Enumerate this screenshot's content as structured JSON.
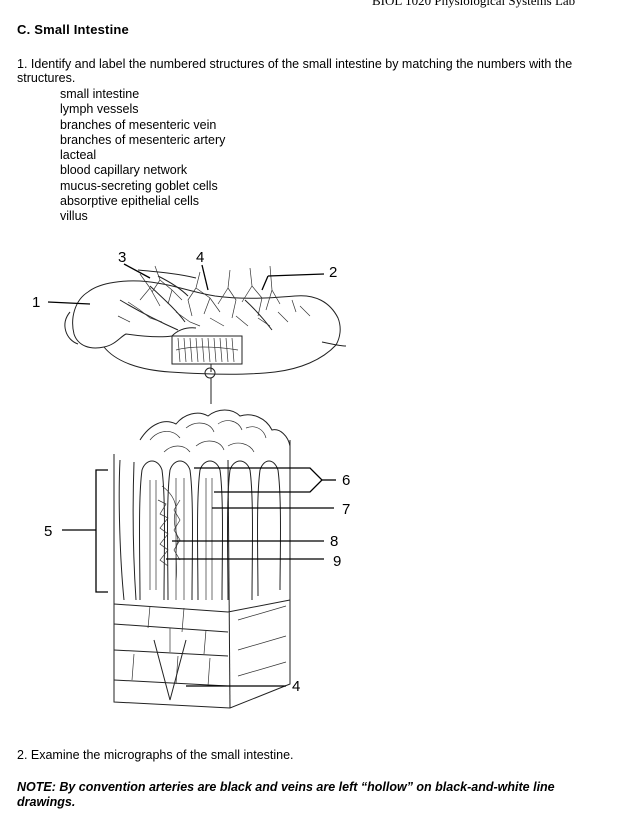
{
  "header": {
    "text": "BIOL 1020 Physiological Systems Lab"
  },
  "section": {
    "title": "C.  Small Intestine"
  },
  "question1": {
    "text": "1.  Identify and label the numbered structures of the small intestine by matching the numbers with the structures.",
    "terms": [
      "small intestine",
      "lymph vessels",
      "branches of mesenteric vein",
      "branches of mesenteric artery",
      "lacteal",
      "blood capillary network",
      "mucus-secreting goblet cells",
      "absorptive epithelial cells",
      "villus"
    ]
  },
  "figure": {
    "labels": {
      "l1": "1",
      "l2": "2",
      "l3": "3",
      "l4_top": "4",
      "l5": "5",
      "l6": "6",
      "l7": "7",
      "l8": "8",
      "l9": "9",
      "l4_bottom": "4"
    }
  },
  "question2": {
    "text": "2.  Examine the micrographs of the small intestine."
  },
  "note": {
    "text": "NOTE:  By convention arteries are black and veins are left “hollow” on black-and-white line drawings."
  }
}
